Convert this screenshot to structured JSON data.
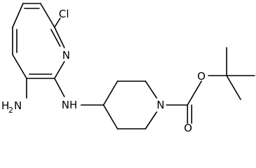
{
  "structure": {
    "atoms": {
      "chlorine": "Cl",
      "ring_nitrogen": "N",
      "amine": "NH2",
      "amine_subscript_free": "H",
      "amine_n": "N",
      "amine_2": "2",
      "linker_nh": "NH",
      "piperidine_nitrogen": "N",
      "ester_oxygen": "O",
      "carbonyl_oxygen": "O"
    }
  }
}
